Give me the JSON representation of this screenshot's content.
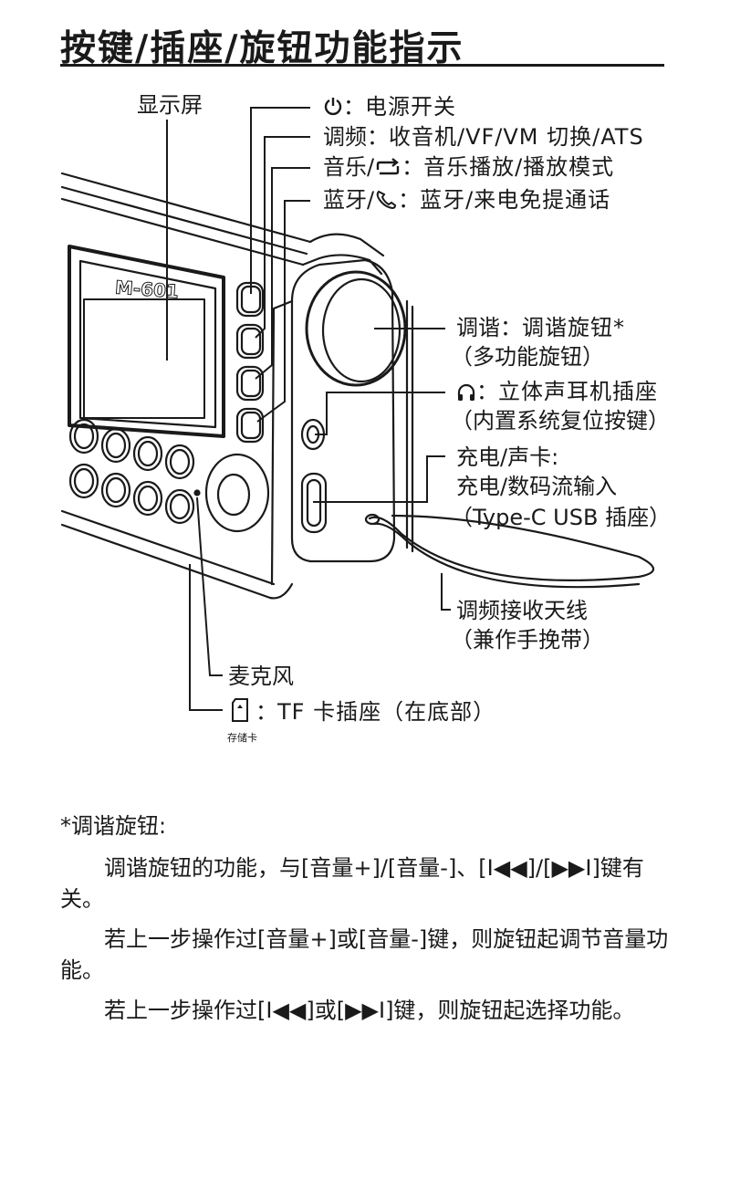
{
  "page": {
    "title": "按键/插座/旋钮功能指示"
  },
  "labels": {
    "display": "显示屏",
    "power": {
      "term": "：",
      "desc": "电源开关",
      "icon": "power-icon"
    },
    "tuning": {
      "term": "调频：",
      "desc": "收音机/VF/VM 切换/ATS"
    },
    "music": {
      "term": "音乐/",
      "term2": "：",
      "desc": "音乐播放/播放模式",
      "icon": "repeat-icon"
    },
    "bluetooth": {
      "term": "蓝牙/",
      "term2": "：",
      "desc": "蓝牙/来电免提通话",
      "icon": "phone-handset-icon"
    },
    "knob": {
      "term": "调谐：",
      "desc": "调谐旋钮*",
      "sub": "（多功能旋钮）"
    },
    "headphone": {
      "term": "：",
      "desc": "立体声耳机插座",
      "sub": "（内置系统复位按键）",
      "icon": "headphone-icon"
    },
    "charge": {
      "term": "充电/声卡:",
      "line2": "充电/数码流输入",
      "line3": "（Type-C USB 插座）"
    },
    "antenna": {
      "line1": "调频接收天线",
      "line2": "（兼作手挽带）"
    },
    "mic": "麦克风",
    "tf": {
      "term": "：",
      "desc": "TF 卡插座（在底部）",
      "sub": "存储卡",
      "icon": "sd-card-icon"
    },
    "screen_logo": "M-601"
  },
  "note": {
    "heading": "*调谐旋钮:",
    "p1": "调谐旋钮的功能，与[音量+]/[音量-]、[I◀◀]/[▶▶I]键有关。",
    "p2": "若上一步操作过[音量+]或[音量-]键，则旋钮起调节音量功能。",
    "p3": "若上一步操作过[I◀◀]或[▶▶I]键，则旋钮起选择功能。"
  }
}
